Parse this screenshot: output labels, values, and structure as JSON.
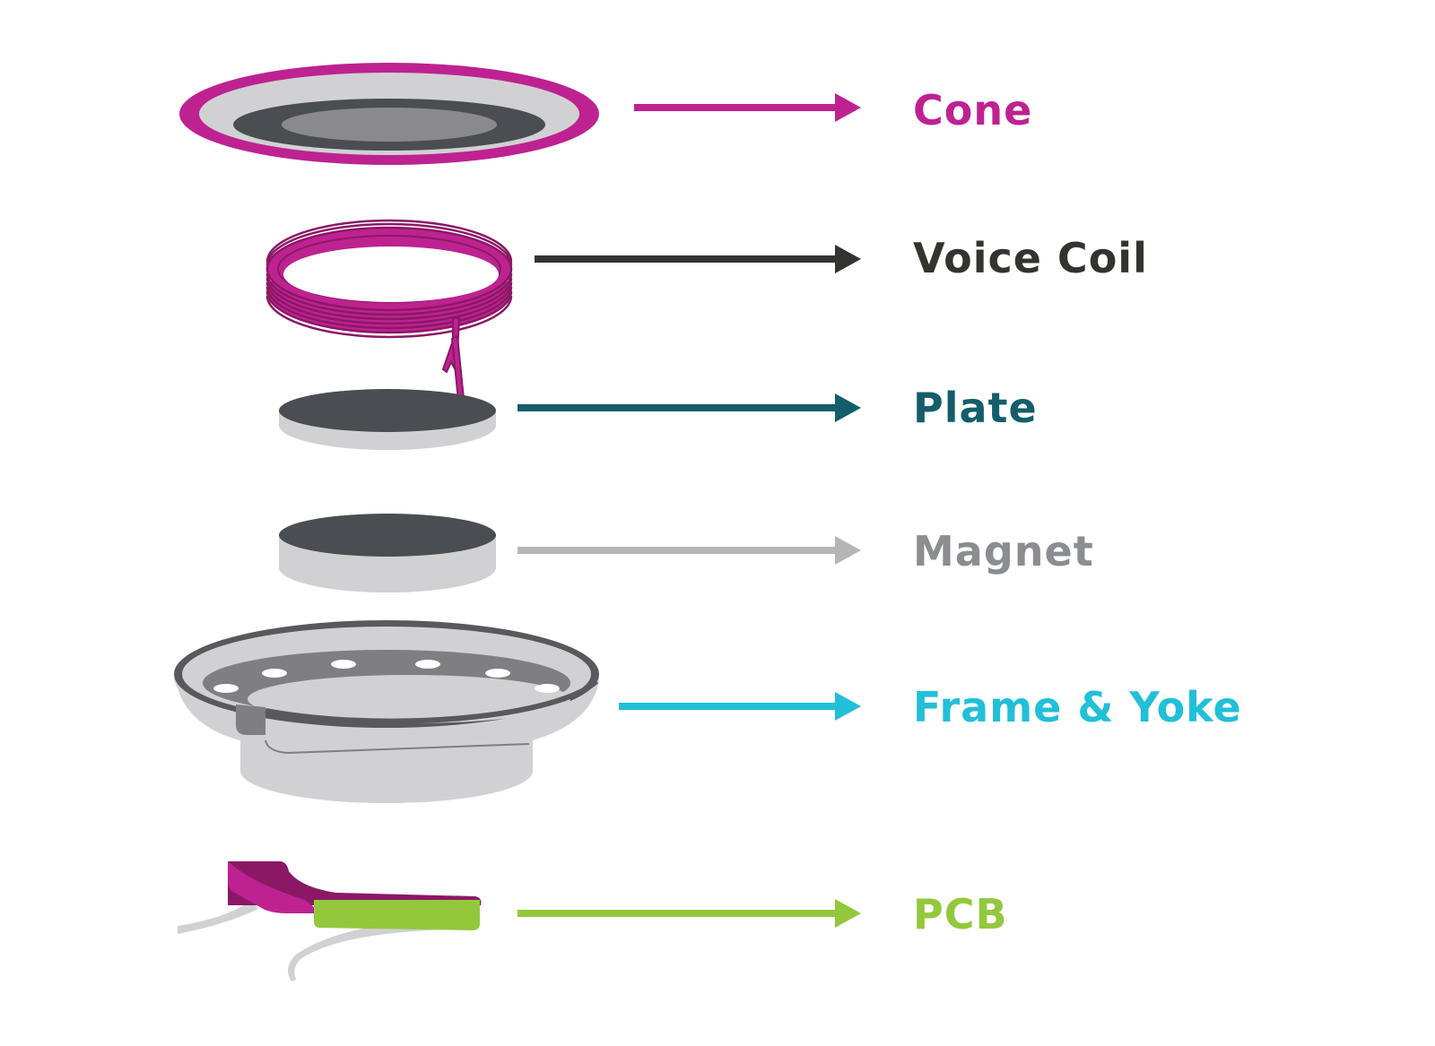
{
  "title": "Speaker / Driver Exploded View",
  "colors": {
    "magenta": "#be2291",
    "magenta_dark": "#8b1865",
    "dark_gray": "#4a4d51",
    "mid_gray": "#8a898c",
    "light_gray": "#d1d1d3",
    "teal": "#135e6a",
    "cyan": "#21bfd8",
    "green": "#93c83d",
    "black": "#333330",
    "magnet_gray": "#8b8d90",
    "arrow_gray": "#b5b5b5"
  },
  "components": [
    {
      "id": "cone",
      "label": "Cone",
      "color": "#be2291"
    },
    {
      "id": "voice-coil",
      "label": "Voice Coil",
      "color": "#333330"
    },
    {
      "id": "plate",
      "label": "Plate",
      "color": "#135e6a"
    },
    {
      "id": "magnet",
      "label": "Magnet",
      "color": "#8b8d90",
      "arrow_color": "#b5b5b5"
    },
    {
      "id": "frame-yoke",
      "label": "Frame & Yoke",
      "color": "#21bfd8"
    },
    {
      "id": "pcb",
      "label": "PCB",
      "color": "#93c83d"
    }
  ]
}
